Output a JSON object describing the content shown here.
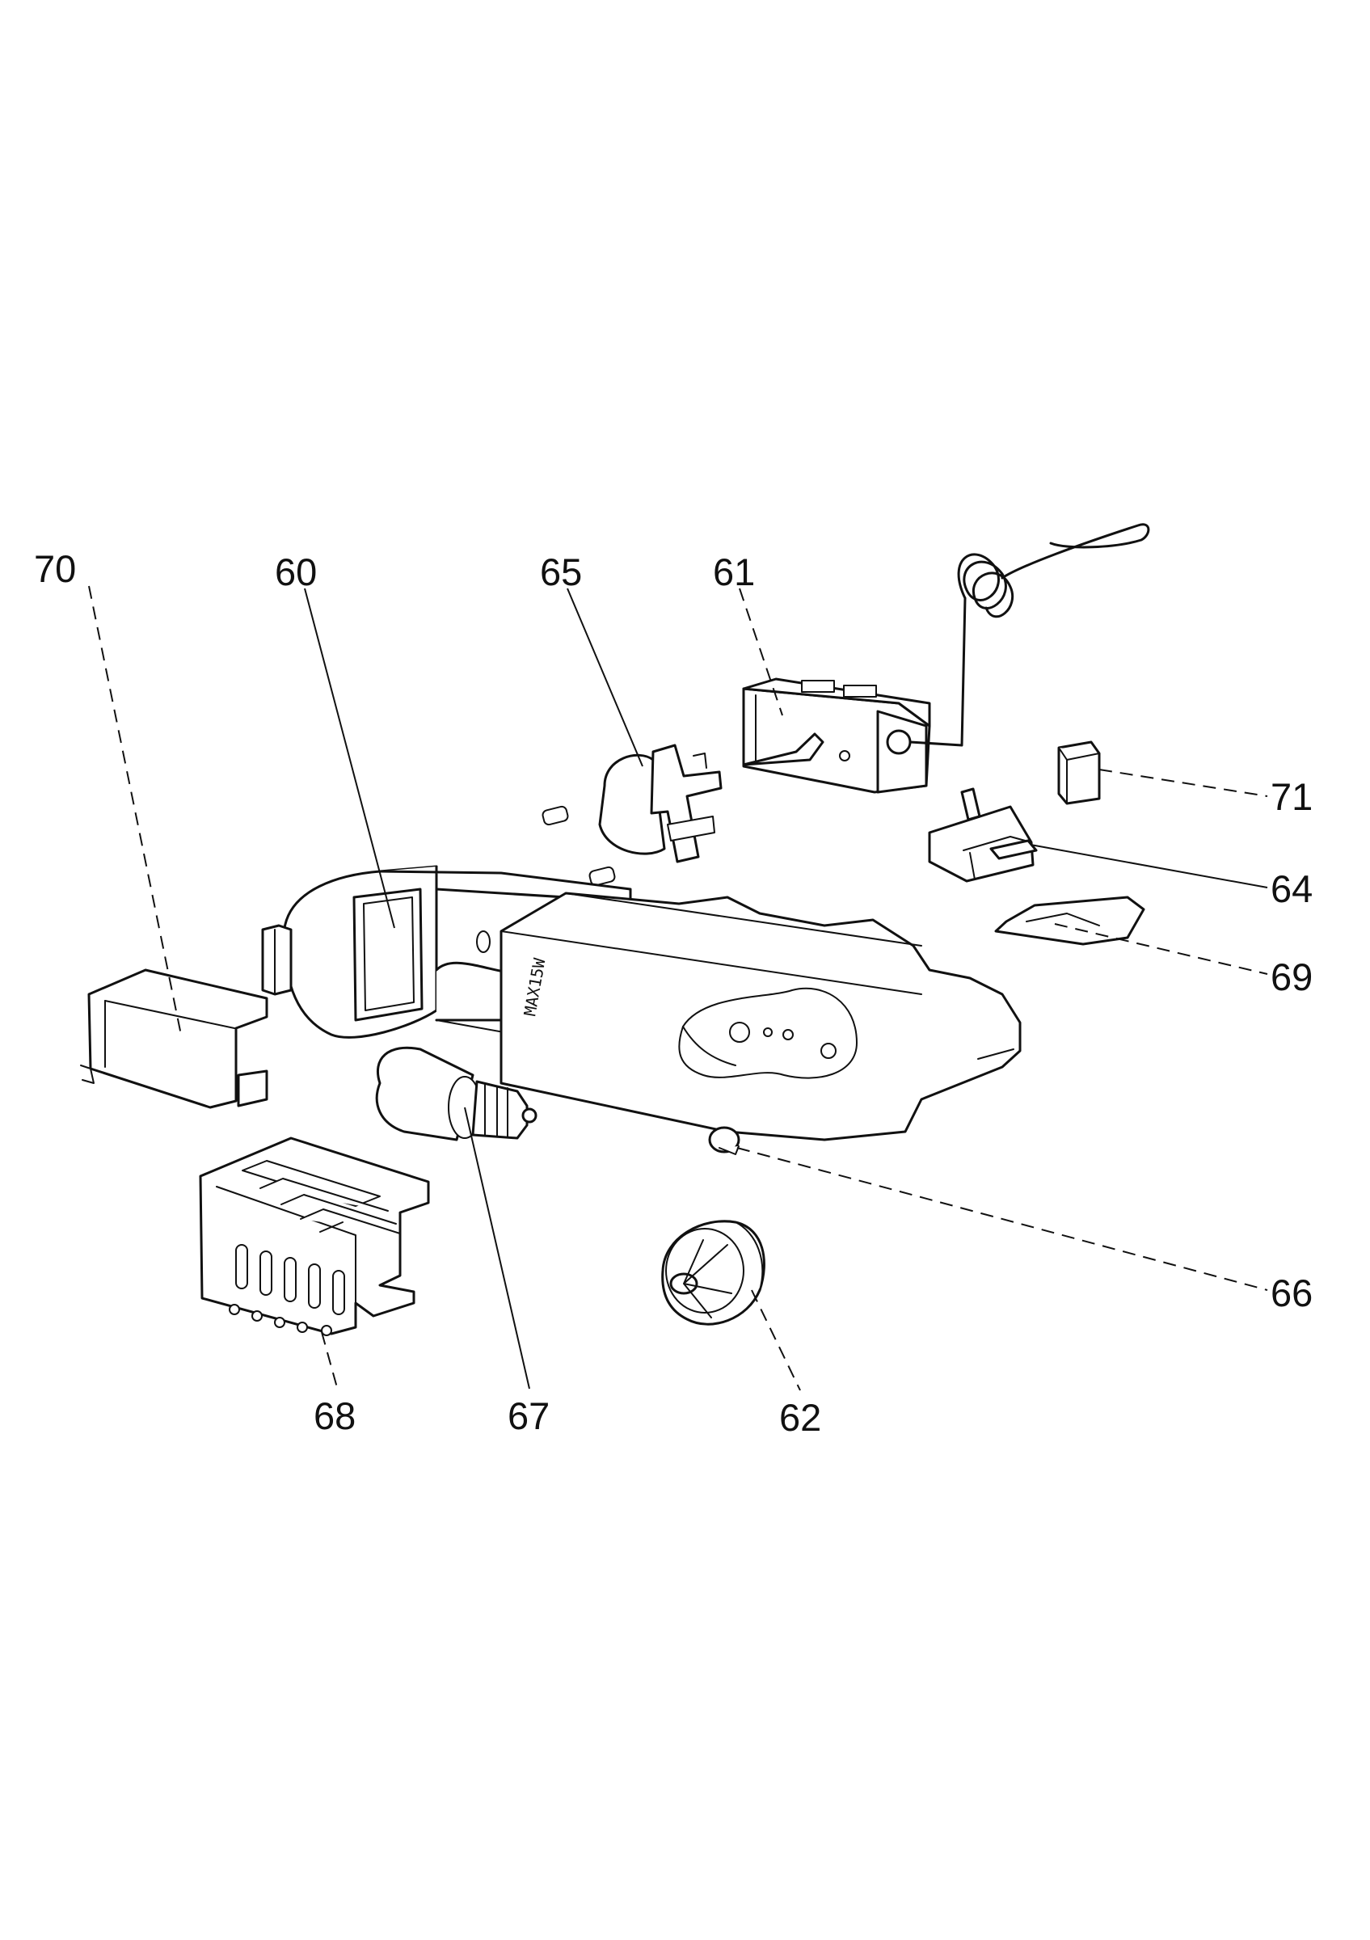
{
  "diagram": {
    "housing_marking": "MAX15W",
    "callouts": [
      {
        "id": "70",
        "label": "70"
      },
      {
        "id": "60",
        "label": "60"
      },
      {
        "id": "65",
        "label": "65"
      },
      {
        "id": "61",
        "label": "61"
      },
      {
        "id": "71",
        "label": "71"
      },
      {
        "id": "64",
        "label": "64"
      },
      {
        "id": "69",
        "label": "69"
      },
      {
        "id": "66",
        "label": "66"
      },
      {
        "id": "68",
        "label": "68"
      },
      {
        "id": "67",
        "label": "67"
      },
      {
        "id": "62",
        "label": "62"
      }
    ]
  }
}
